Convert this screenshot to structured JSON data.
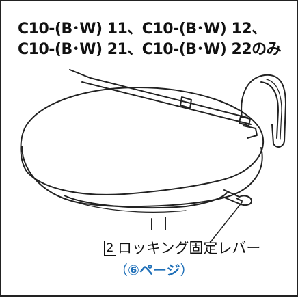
{
  "header": {
    "line1": "C10-(B･W) 11、C10-(B･W) 12、",
    "line2": "C10-(B･W) 21、C10-(B･W) 22のみ"
  },
  "callout": {
    "number": "2",
    "label": "ロッキング固定レバー"
  },
  "page_ref": {
    "open": "（",
    "text": "⑥ページ",
    "close": "）"
  },
  "colors": {
    "outline": "#222222",
    "link": "#1e6fb8"
  }
}
